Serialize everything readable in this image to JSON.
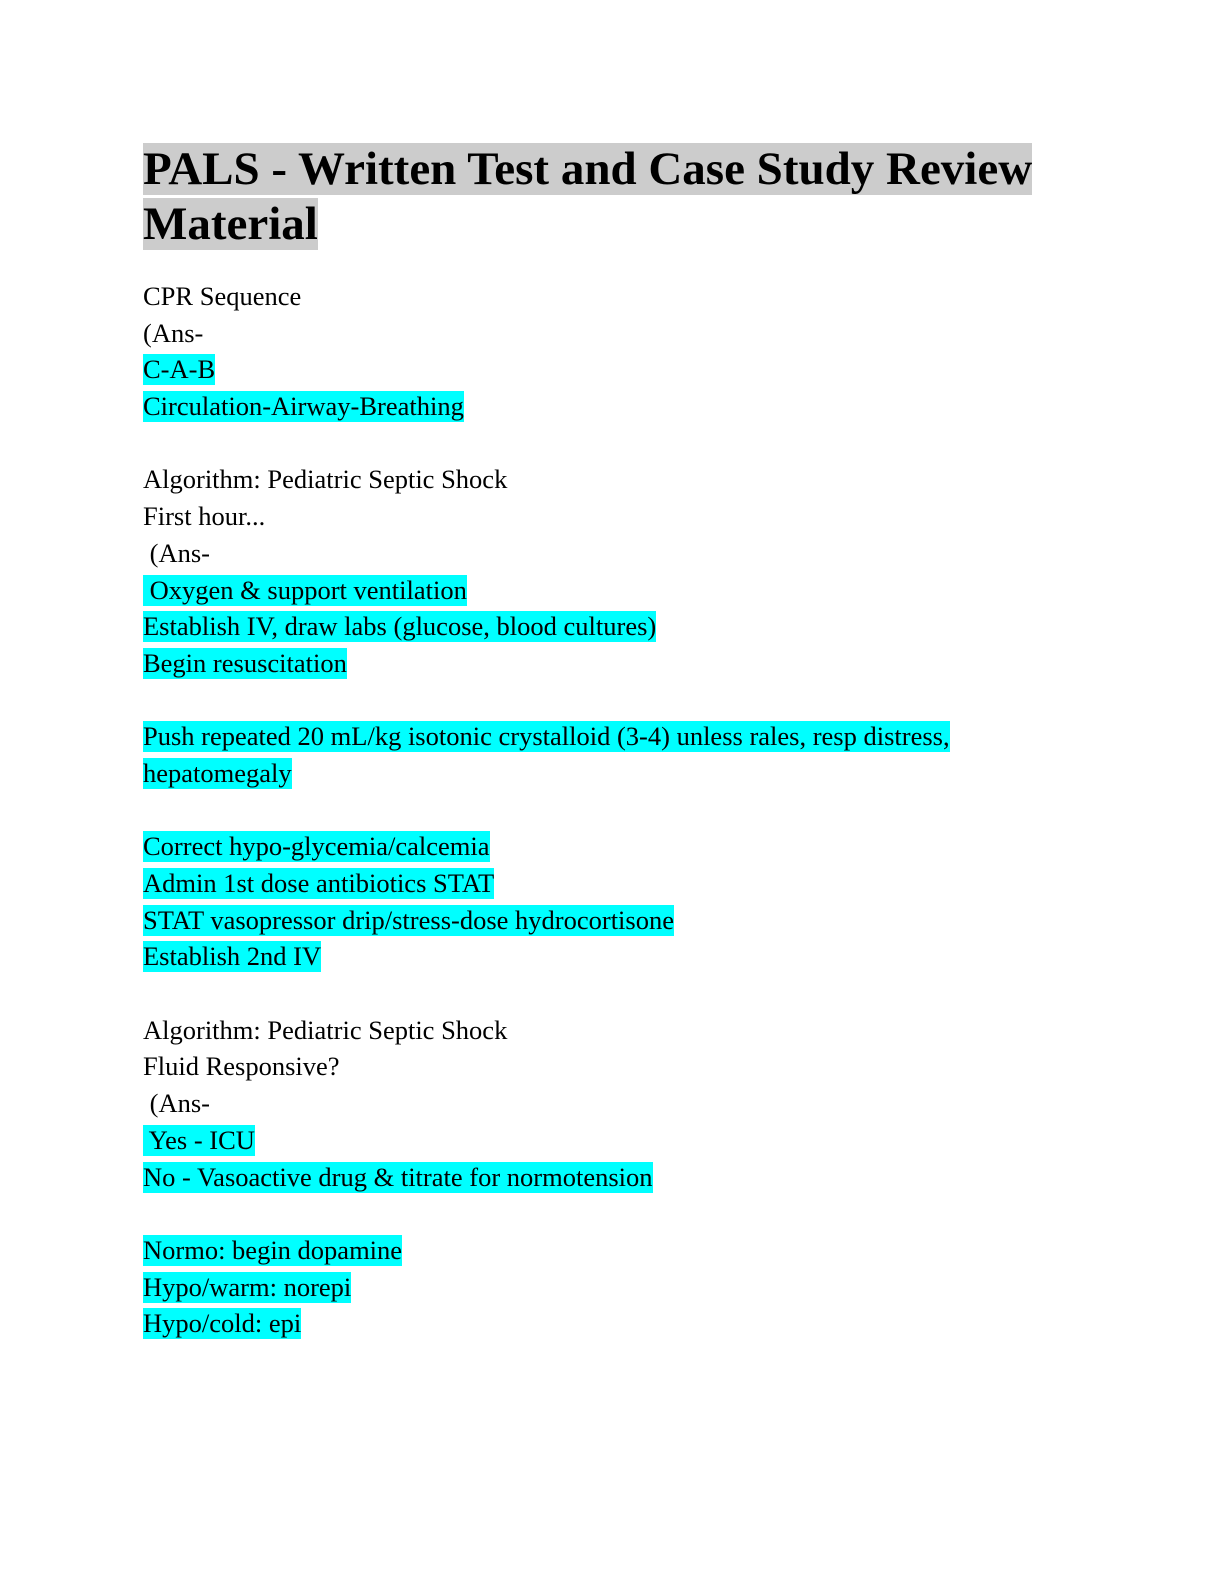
{
  "document": {
    "title_line1": "PALS - Written Test and Case Study Review",
    "title_line2": "Material",
    "colors": {
      "title_highlight": "#cccccc",
      "answer_highlight": "#00ffff"
    },
    "sections": [
      {
        "question": [
          "CPR Sequence"
        ],
        "ans_prefix": "(Ans-",
        "answer": [
          "C-A-B",
          "Circulation-Airway-Breathing"
        ]
      },
      {
        "question": [
          "Algorithm: Pediatric Septic Shock",
          "First hour..."
        ],
        "ans_prefix": " (Ans-",
        "answer": [
          " Oxygen & support ventilation",
          "Establish IV, draw labs (glucose, blood cultures)",
          "Begin resuscitation"
        ],
        "answer2": [
          "Push repeated 20 mL/kg isotonic crystalloid (3-4) unless rales, resp distress,",
          "hepatomegaly"
        ],
        "answer3": [
          "Correct hypo-glycemia/calcemia",
          "Admin 1st dose antibiotics STAT",
          "STAT vasopressor drip/stress-dose hydrocortisone",
          "Establish 2nd IV"
        ]
      },
      {
        "question": [
          "Algorithm: Pediatric Septic Shock",
          "Fluid Responsive?"
        ],
        "ans_prefix": " (Ans-",
        "answer": [
          " Yes - ICU",
          "No - Vasoactive drug & titrate for normotension"
        ],
        "answer2": [
          "Normo: begin dopamine",
          "Hypo/warm: norepi",
          "Hypo/cold: epi"
        ]
      }
    ]
  }
}
